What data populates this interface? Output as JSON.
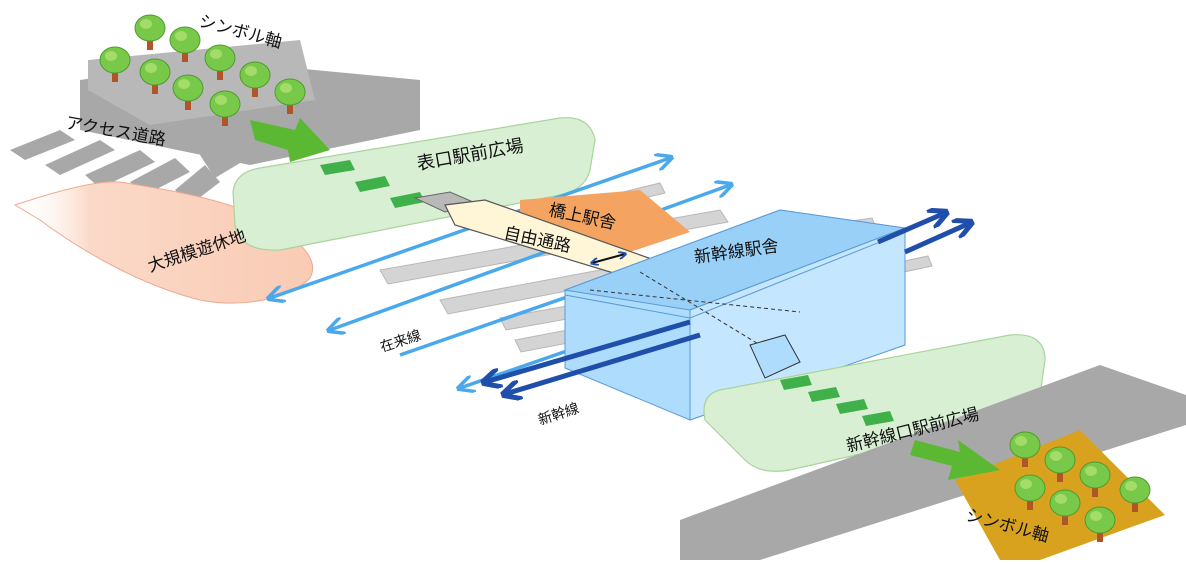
{
  "labels": {
    "symbol_axis_top": "シンボル軸",
    "symbol_axis_bottom": "シンボル軸",
    "access_road": "アクセス道路",
    "omote_plaza": "表口駅前広場",
    "leisure_area": "大規模遊休地",
    "bridge_station": "橋上駅舎",
    "free_passage": "自由通路",
    "shinkansen_station": "新幹線駅舎",
    "conventional_line": "在来線",
    "shinkansen_line": "新幹線",
    "shinkansen_plaza": "新幹線口駅前広場"
  },
  "colors": {
    "plaza_fill": "#d8efd3",
    "plaza_stroke": "#b8dcae",
    "road": "#a8a8a8",
    "leisure_fill": "#fbd9c8",
    "bridge_station": "#f4a460",
    "free_passage": "#fff6d8",
    "station_front": "#aedcfc",
    "station_top": "#8ec8f4",
    "light_line": "#4aa8ec",
    "dark_line": "#1f4faa",
    "tree_green": "#78c84a",
    "tree_trunk": "#b0552a",
    "arrow_green": "#5bb832",
    "crosswalk": "#40b04a",
    "tree_bed": "#d9a21e"
  }
}
